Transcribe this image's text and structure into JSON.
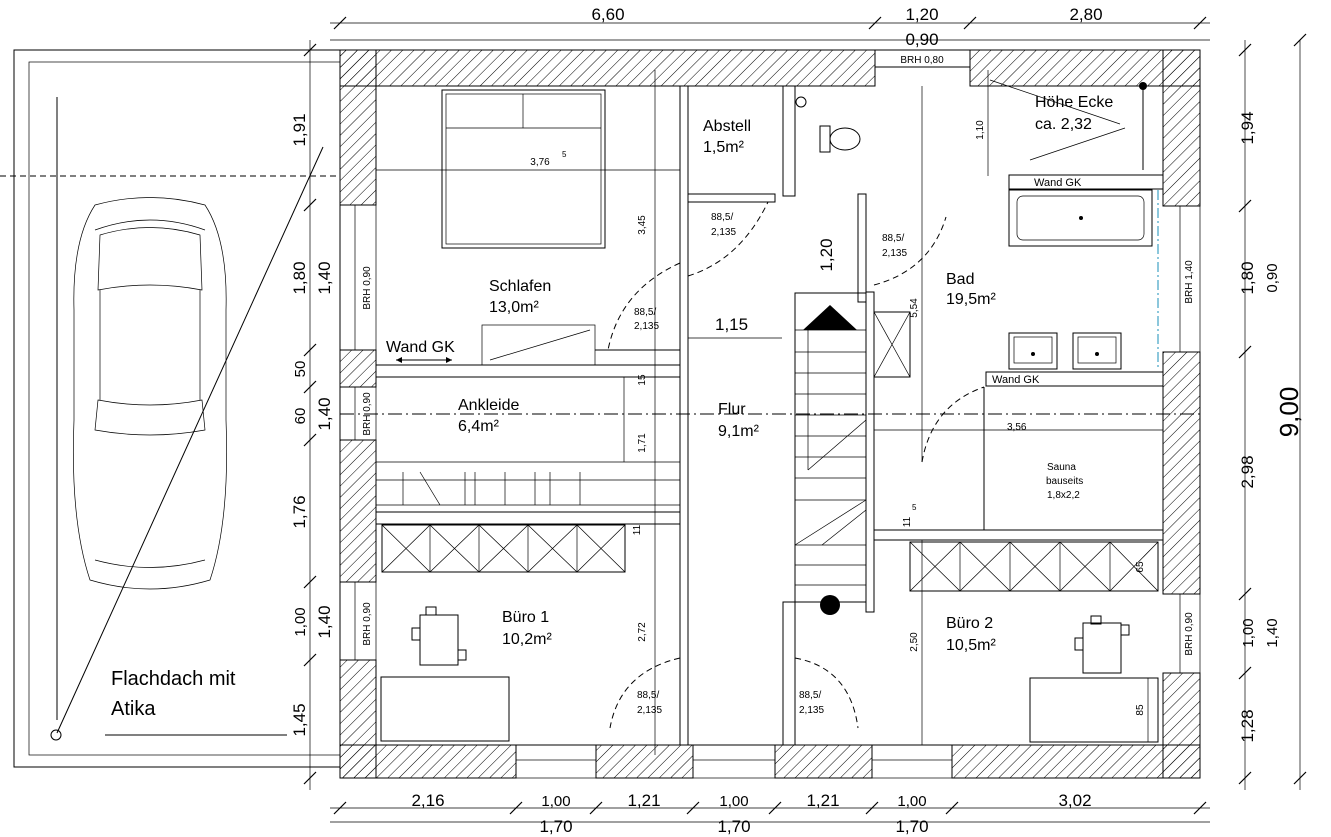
{
  "dimensions": {
    "top": [
      "6,60",
      "1,20",
      "2,80",
      "0,90"
    ],
    "top_brh": "BRH 0,80",
    "bottom_outer": [
      "2,16",
      "1,00",
      "1,21",
      "1,00",
      "1,21",
      "1,00",
      "3,02"
    ],
    "bottom_inner": [
      "1,70",
      "1,70",
      "1,70"
    ],
    "left_outer": [
      "1,91",
      "1,80",
      "50",
      "60",
      "1,76",
      "1,00",
      "1,45"
    ],
    "left_inner": [
      "1,40",
      "1,40",
      "1,40"
    ],
    "right_outer": [
      "1,94",
      "1,80",
      "2,98",
      "1,00",
      "1,28"
    ],
    "right_inner": [
      "0,90",
      "1,40"
    ],
    "right_total": "9,00"
  },
  "rooms": {
    "schlafen": {
      "name": "Schlafen",
      "area": "13,0m²"
    },
    "ankleide": {
      "name": "Ankleide",
      "area": "6,4m²"
    },
    "buero1": {
      "name": "Büro 1",
      "area": "10,2m²"
    },
    "abstell": {
      "name": "Abstell",
      "area": "1,5m²"
    },
    "flur": {
      "name": "Flur",
      "area": "9,1m²"
    },
    "bad": {
      "name": "Bad",
      "area": "19,5m²"
    },
    "buero2": {
      "name": "Büro 2",
      "area": "10,5m²"
    }
  },
  "annotations": {
    "hoehe_ecke_1": "Höhe Ecke",
    "hoehe_ecke_2": "ca. 2,32",
    "wand_gk": "Wand GK",
    "sauna_1": "Sauna",
    "sauna_2": "bauseits",
    "sauna_3": "1,8x2,2",
    "flachdach_1": "Flachdach mit",
    "flachdach_2": "Atika",
    "brh_090": "BRH 0,90",
    "brh_140": "BRH 1,40",
    "door_w": "88,5/",
    "door_h": "2,135",
    "d_376": "3,76",
    "d_376_sup": "5",
    "d_345": "3,45",
    "d_171": "1,71",
    "d_272": "2,72",
    "d_15": "15",
    "d_11": "11",
    "d_11_sup": "5",
    "d_120": "1,20",
    "d_115": "1,15",
    "d_554": "5,54",
    "d_110": "1,10",
    "d_356": "3,56",
    "d_250": "2,50",
    "d_65": "65",
    "d_85": "85"
  }
}
